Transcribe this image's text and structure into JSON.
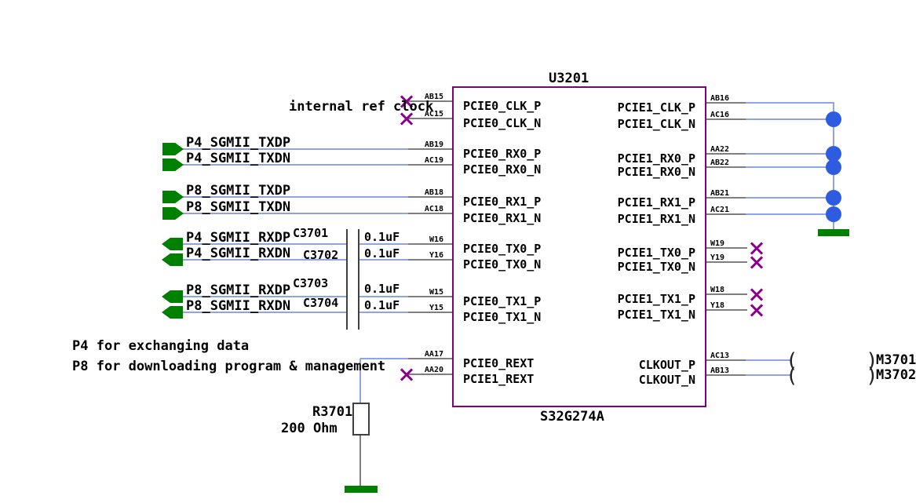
{
  "colors": {
    "wire": "#8fa3ea",
    "pin_stub": "#7f7f7f",
    "chip_border": "#800080",
    "junction_dot": "#2e5ce0",
    "ground": "#008000",
    "port_arrow": "#008000",
    "no_connect": "#8b008b",
    "text": "#000000"
  },
  "chip": {
    "refdes": "U3201",
    "part": "S32G274A",
    "left_pins": [
      {
        "number": "AB15",
        "name": "PCIE0_CLK_P"
      },
      {
        "number": "AC15",
        "name": "PCIE0_CLK_N"
      },
      {
        "number": "AB19",
        "name": "PCIE0_RX0_P"
      },
      {
        "number": "AC19",
        "name": "PCIE0_RX0_N"
      },
      {
        "number": "AB18",
        "name": "PCIE0_RX1_P"
      },
      {
        "number": "AC18",
        "name": "PCIE0_RX1_N"
      },
      {
        "number": "W16",
        "name": "PCIE0_TX0_P"
      },
      {
        "number": "Y16",
        "name": "PCIE0_TX0_N"
      },
      {
        "number": "W15",
        "name": "PCIE0_TX1_P"
      },
      {
        "number": "Y15",
        "name": "PCIE0_TX1_N"
      },
      {
        "number": "AA17",
        "name": "PCIE0_REXT"
      },
      {
        "number": "AA20",
        "name": "PCIE1_REXT"
      }
    ],
    "right_pins": [
      {
        "number": "AB16",
        "name": "PCIE1_CLK_P"
      },
      {
        "number": "AC16",
        "name": "PCIE1_CLK_N"
      },
      {
        "number": "AA22",
        "name": "PCIE1_RX0_P"
      },
      {
        "number": "AB22",
        "name": "PCIE1_RX0_N"
      },
      {
        "number": "AB21",
        "name": "PCIE1_RX1_P"
      },
      {
        "number": "AC21",
        "name": "PCIE1_RX1_N"
      },
      {
        "number": "W19",
        "name": "PCIE1_TX0_P"
      },
      {
        "number": "Y19",
        "name": "PCIE1_TX0_N"
      },
      {
        "number": "W18",
        "name": "PCIE1_TX1_P"
      },
      {
        "number": "Y18",
        "name": "PCIE1_TX1_N"
      },
      {
        "number": "AC13",
        "name": "CLKOUT_P"
      },
      {
        "number": "AB13",
        "name": "CLKOUT_N"
      }
    ]
  },
  "ports": [
    {
      "label": "P4_SGMII_TXDP",
      "direction": "input"
    },
    {
      "label": "P4_SGMII_TXDN",
      "direction": "input"
    },
    {
      "label": "P8_SGMII_TXDP",
      "direction": "input"
    },
    {
      "label": "P8_SGMII_TXDN",
      "direction": "input"
    },
    {
      "label": "P4_SGMII_RXDP",
      "direction": "output"
    },
    {
      "label": "P4_SGMII_RXDN",
      "direction": "output"
    },
    {
      "label": "P8_SGMII_RXDP",
      "direction": "output"
    },
    {
      "label": "P8_SGMII_RXDN",
      "direction": "output"
    }
  ],
  "capacitors": [
    {
      "refdes": "C3701",
      "value": "0.1uF"
    },
    {
      "refdes": "C3702",
      "value": "0.1uF"
    },
    {
      "refdes": "C3703",
      "value": "0.1uF"
    },
    {
      "refdes": "C3704",
      "value": "0.1uF"
    }
  ],
  "resistor": {
    "refdes": "R3701",
    "value": "200 Ohm"
  },
  "offpage_connectors": [
    {
      "label": "M3701"
    },
    {
      "label": "M3702"
    }
  ],
  "annotations": {
    "ref_clock": "internal ref clock",
    "p4_note": "P4 for exchanging data",
    "p8_note": "P8 for downloading program & management"
  }
}
